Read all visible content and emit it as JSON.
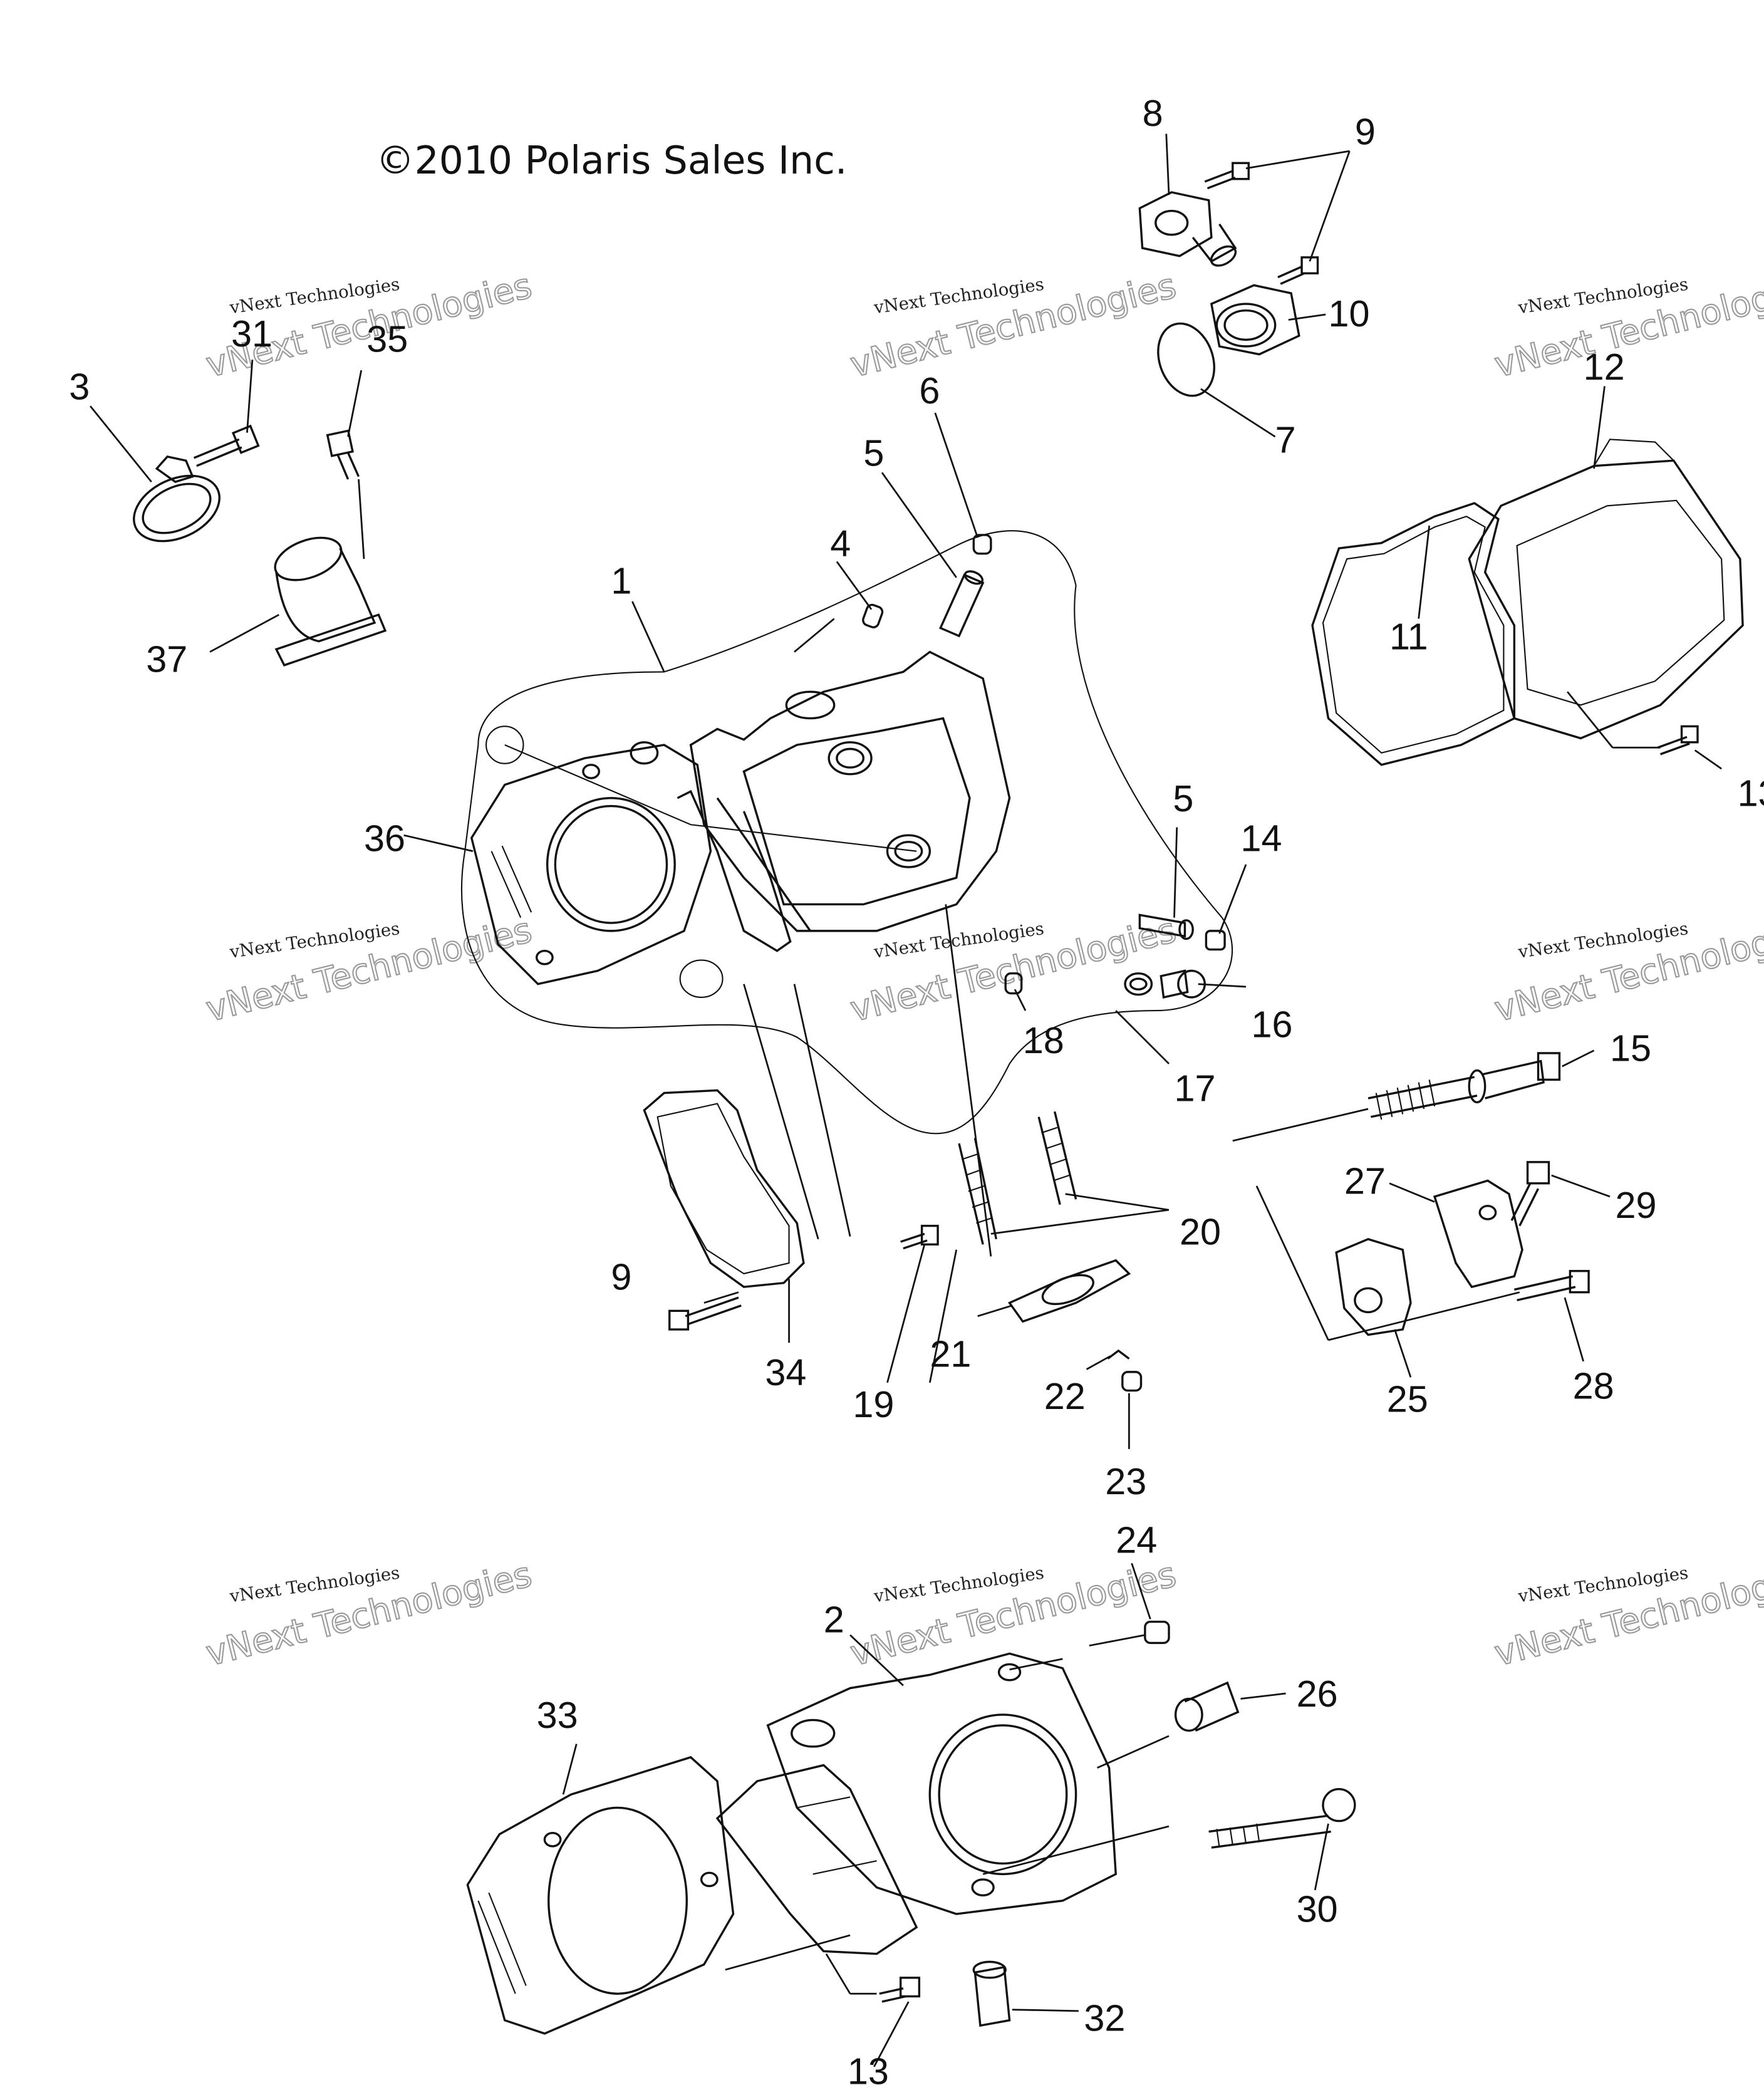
{
  "copyright": "©2010 Polaris Sales Inc.",
  "watermark": {
    "line1": "vNext Technologies",
    "line2": "vNext Technologies"
  },
  "callouts": [
    {
      "id": "c1",
      "label": "1"
    },
    {
      "id": "c2",
      "label": "2"
    },
    {
      "id": "c3",
      "label": "3"
    },
    {
      "id": "c4",
      "label": "4"
    },
    {
      "id": "c5a",
      "label": "5"
    },
    {
      "id": "c5b",
      "label": "5"
    },
    {
      "id": "c6",
      "label": "6"
    },
    {
      "id": "c7",
      "label": "7"
    },
    {
      "id": "c8",
      "label": "8"
    },
    {
      "id": "c9a",
      "label": "9"
    },
    {
      "id": "c9b",
      "label": "9"
    },
    {
      "id": "c10",
      "label": "10"
    },
    {
      "id": "c11",
      "label": "11"
    },
    {
      "id": "c12",
      "label": "12"
    },
    {
      "id": "c13a",
      "label": "13"
    },
    {
      "id": "c13b",
      "label": "13"
    },
    {
      "id": "c14",
      "label": "14"
    },
    {
      "id": "c15",
      "label": "15"
    },
    {
      "id": "c16",
      "label": "16"
    },
    {
      "id": "c17",
      "label": "17"
    },
    {
      "id": "c18",
      "label": "18"
    },
    {
      "id": "c19",
      "label": "19"
    },
    {
      "id": "c20",
      "label": "20"
    },
    {
      "id": "c21",
      "label": "21"
    },
    {
      "id": "c22",
      "label": "22"
    },
    {
      "id": "c23",
      "label": "23"
    },
    {
      "id": "c24",
      "label": "24"
    },
    {
      "id": "c25",
      "label": "25"
    },
    {
      "id": "c26",
      "label": "26"
    },
    {
      "id": "c27",
      "label": "27"
    },
    {
      "id": "c28",
      "label": "28"
    },
    {
      "id": "c29",
      "label": "29"
    },
    {
      "id": "c30",
      "label": "30"
    },
    {
      "id": "c31",
      "label": "31"
    },
    {
      "id": "c32",
      "label": "32"
    },
    {
      "id": "c33",
      "label": "33"
    },
    {
      "id": "c34",
      "label": "34"
    },
    {
      "id": "c35",
      "label": "35"
    },
    {
      "id": "c36",
      "label": "36"
    },
    {
      "id": "c37",
      "label": "37"
    }
  ]
}
